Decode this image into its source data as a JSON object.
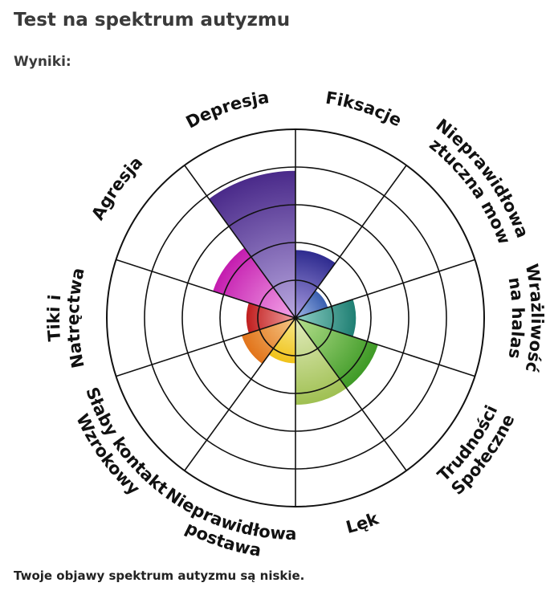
{
  "page": {
    "title": "Test na spektrum autyzmu",
    "results_label": "Wyniki:",
    "summary": "Twoje objawy spektrum autyzmu są niskie."
  },
  "chart_data": {
    "type": "polar-area",
    "rings": 5,
    "max_value": 5,
    "grid": true,
    "categories": [
      {
        "label": [
          "Fiksacje"
        ],
        "value": 1.8,
        "color_inner": "#a89be0",
        "color_outer": "#2e2b8f"
      },
      {
        "label": [
          "Nieprawidłowal",
          "Sztuczna mowa"
        ],
        "value": 0.9,
        "color_inner": "#a0b8e6",
        "color_outer": "#3a5fb0"
      },
      {
        "label": [
          "Wrażliwość",
          "na halas"
        ],
        "value": 1.6,
        "color_inner": "#8fd0c6",
        "color_outer": "#1f7f73"
      },
      {
        "label": [
          "Trudności",
          "Społeczne"
        ],
        "value": 2.3,
        "color_inner": "#b7e08e",
        "color_outer": "#3e9a26"
      },
      {
        "label": [
          "Lęk"
        ],
        "value": 2.3,
        "color_inner": "#e4ecbe",
        "color_outer": "#9fc052"
      },
      {
        "label": [
          "Nieprawidłowa",
          "postawa"
        ],
        "value": 1.2,
        "color_inner": "#f7ea8c",
        "color_outer": "#f0c21a"
      },
      {
        "label": [
          "Słaby kontakt",
          "Wzrokowy"
        ],
        "value": 1.5,
        "color_inner": "#f5c888",
        "color_outer": "#e2741a"
      },
      {
        "label": [
          "Tiki i",
          "Natręctwa"
        ],
        "value": 1.3,
        "color_inner": "#f0a0a0",
        "color_outer": "#c01e1e"
      },
      {
        "label": [
          "Agresja"
        ],
        "value": 2.3,
        "color_inner": "#f4a6e8",
        "color_outer": "#c41caf"
      },
      {
        "label": [
          "Depresja"
        ],
        "value": 3.9,
        "color_inner": "#b9a8e0",
        "color_outer": "#4a2a8a"
      }
    ]
  }
}
